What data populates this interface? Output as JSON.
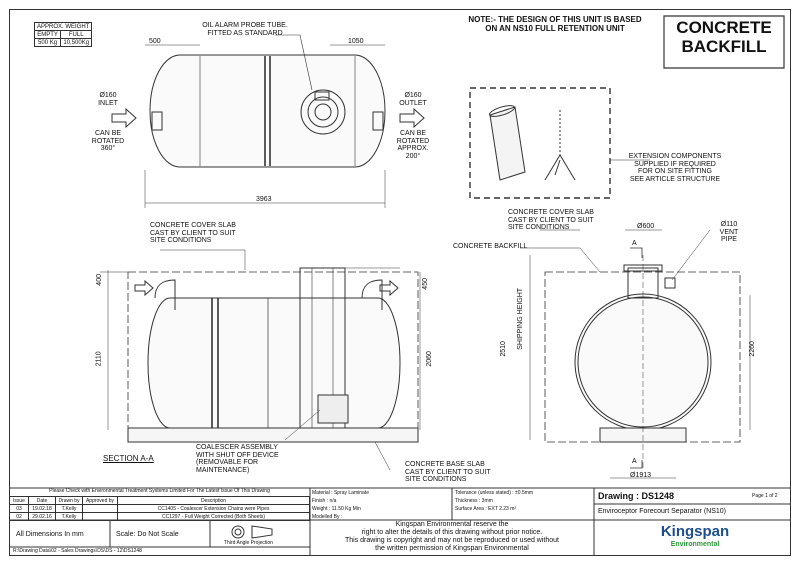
{
  "weight_table": {
    "header": "APPROX. WEIGHT",
    "cols": [
      "EMPTY",
      "FULL"
    ],
    "values": [
      "500 Kg",
      "10,500Kg"
    ]
  },
  "note": {
    "line1": "NOTE:- THE DESIGN OF THIS UNIT IS BASED",
    "line2": "ON AN NS10 FULL RETENTION UNIT"
  },
  "badge": {
    "line1": "CONCRETE",
    "line2": "BACKFILL"
  },
  "plan": {
    "probe_line1": "OIL ALARM PROBE TUBE.",
    "probe_line2": "FITTED AS STANDARD",
    "dim_500": "500",
    "dim_1050": "1050",
    "dim_3963": "3963",
    "inlet_dia": "Ø160",
    "inlet": "INLET",
    "inlet_rot1": "CAN BE",
    "inlet_rot2": "ROTATED",
    "inlet_rot3": "360°",
    "outlet_dia": "Ø160",
    "outlet": "OUTLET",
    "outlet_rot1": "CAN BE",
    "outlet_rot2": "ROTATED",
    "outlet_rot3": "APPROX.",
    "outlet_rot4": "200°"
  },
  "extension": {
    "line1": "EXTENSION COMPONENTS",
    "line2": "SUPPLIED IF REQUIRED",
    "line3": "FOR ON SITE FITTING",
    "line4": "SEE ARTICLE STRUCTURE"
  },
  "section": {
    "cover1": "CONCRETE COVER SLAB",
    "cover2": "CAST BY CLIENT TO SUIT",
    "cover3": "SITE CONDITIONS",
    "dim_400": "400",
    "dim_450": "450",
    "dim_2110": "2110",
    "dim_2060": "2060",
    "coal1": "COALESCER ASSEMBLY",
    "coal2": "WITH SHUT OFF DEVICE",
    "coal3": "(REMOVABLE FOR",
    "coal4": "MAINTENANCE)",
    "title": "SECTION A-A",
    "base1": "CONCRETE BASE SLAB",
    "base2": "CAST BY CLIENT TO SUIT",
    "base3": "SITE CONDITIONS"
  },
  "end": {
    "cover1": "CONCRETE COVER SLAB",
    "cover2": "CAST BY CLIENT TO SUIT",
    "cover3": "SITE CONDITIONS",
    "backfill": "CONCRETE BACKFILL",
    "dia600": "Ø600",
    "dia110": "Ø110",
    "vent": "VENT",
    "pipe": "PIPE",
    "dim_2510": "2510",
    "shipping": "SHIPPING HEIGHT",
    "dim_2260": "2260",
    "dia1913": "Ø1913",
    "mark_a": "A"
  },
  "title_block": {
    "check_note": "Please Check with Environmental Treatment Systems Limited For The Latest Issue Of This Drawing",
    "rev_headers": [
      "Issue",
      "Date",
      "Drawn by",
      "Approved by",
      "Description"
    ],
    "revisions": [
      [
        "03",
        "19.02.18",
        "T.Kelly",
        "",
        "CC1405 - Coalescer Extension Chains were Pipes"
      ],
      [
        "02",
        "29.02.16",
        "T.Kelly",
        "",
        "CC1297 - Full Weight Corrected (Both Sheets)"
      ]
    ],
    "material": "Material : Spray Laminate",
    "finish": "Finish : n/a",
    "weight": "Weight : 11.50 Kg Min",
    "modelled": "Modelled By :",
    "tolerance": "Tolerance (unless stated) : ±0.5mm",
    "thickness": "Thickness : 3mm",
    "surface": "Surface Area : EXT 2.23 m²",
    "dimensions": "All Dimensions In mm",
    "scale": "Scale: Do Not Scale",
    "projection": "Third Angle Projection",
    "path": "R:\\Drawing Data\\02 - Sales Drawings\\DS\\DS - 12\\DS1248",
    "copyright1": "Kingspan Environmental reserve the",
    "copyright2": "right to alter the details of this drawing without prior notice.",
    "copyright3": "This drawing is copyright and may not be reproduced or used without",
    "copyright4": "the written permission of Kingspan Environmental",
    "drawing": "Drawing : DS1248",
    "page": "Page 1 of 2",
    "name": "Enviroceptor Forecourt Separator (NS10)",
    "logo1": "Kingspan",
    "logo2": "Environmental"
  },
  "colors": {
    "line": "#333333",
    "logo_blue": "#1f4e8c",
    "logo_green": "#2e9a3a"
  }
}
